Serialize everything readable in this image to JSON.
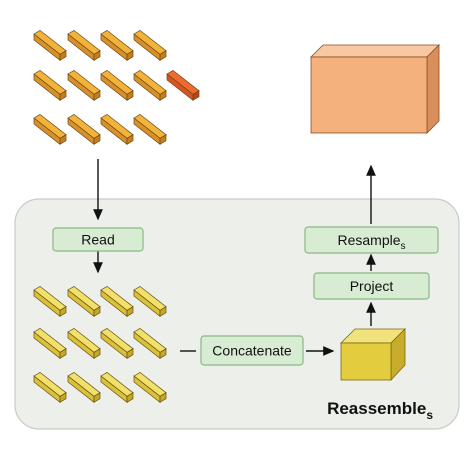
{
  "diagram": {
    "module_title": "Reassemble",
    "module_title_sub": "s",
    "read_label": "Read",
    "concatenate_label": "Concatenate",
    "project_label": "Project",
    "resample_label": "Resample",
    "resample_sub": "s"
  },
  "colors": {
    "token_orange_top": "#f2b33a",
    "token_orange_front": "#d9902a",
    "token_orange_side": "#c57d1e",
    "token_highlight_top": "#ee6a2e",
    "token_highlight_front": "#d9521f",
    "token_highlight_side": "#b8421a",
    "token_yellow_top": "#f0e16a",
    "token_yellow_front": "#d9c23a",
    "token_yellow_side": "#c1aa2a",
    "block_yellow_front": "#e3cd3f",
    "block_yellow_top": "#f1e27b",
    "block_yellow_side": "#c7ad2b",
    "output_front": "#f4b17e",
    "output_top": "#f7c8a1",
    "output_side": "#d88f5c",
    "module_bg": "#edefea",
    "module_border": "#c9ccc5",
    "box_fill": "#d8ecd4",
    "box_border": "#8ab882"
  }
}
